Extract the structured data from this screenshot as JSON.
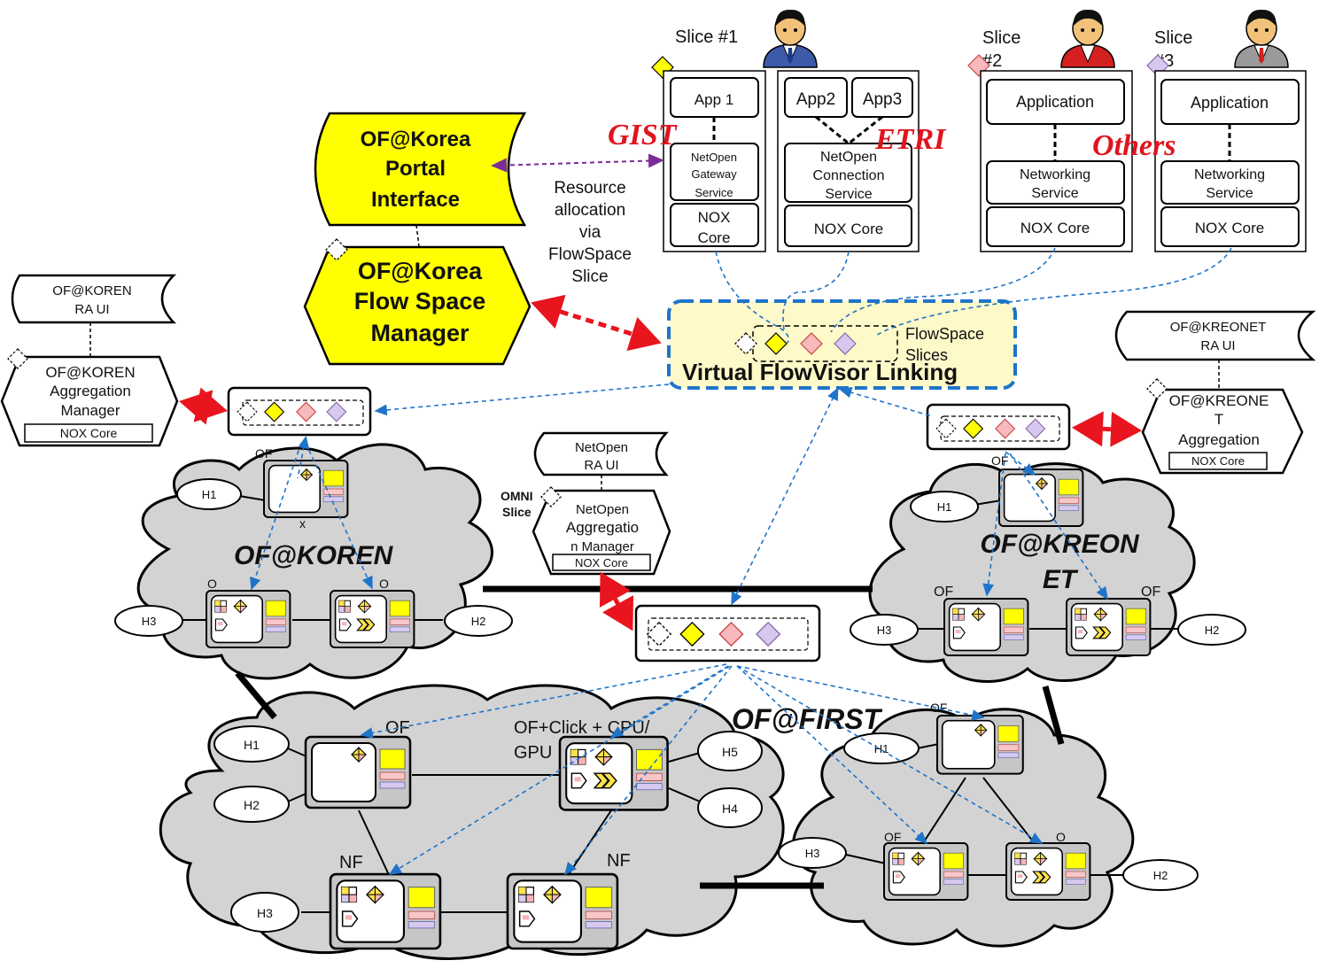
{
  "slices": {
    "slice1": {
      "label": "Slice #1",
      "app1": "App 1",
      "app2": "App2",
      "app3": "App3",
      "gateway": [
        "NetOpen",
        "Gateway",
        "Service"
      ],
      "nox": [
        "NOX",
        "Core"
      ],
      "connection": [
        "NetOpen",
        "Connection",
        "Service"
      ],
      "nox2": "NOX Core"
    },
    "slice2": {
      "label": [
        "Slice",
        "#2"
      ],
      "app": "Application",
      "net": [
        "Networking",
        "Service"
      ],
      "nox": "NOX Core"
    },
    "slice3": {
      "label": [
        "Slice",
        "#3"
      ],
      "app": "Application",
      "net": [
        "Networking",
        "Service"
      ],
      "nox": "NOX Core"
    }
  },
  "orgs": {
    "gist": "GIST",
    "etri": "ETRI",
    "others": "Others"
  },
  "portal": {
    "lines": [
      "OF@Korea",
      "Portal",
      "Interface"
    ]
  },
  "fsm": {
    "lines": [
      "OF@Korea",
      "Flow Space",
      "Manager"
    ]
  },
  "resource_note": {
    "lines": [
      "Resource",
      "allocation",
      "via",
      "FlowSpace",
      "Slice"
    ]
  },
  "vfv": {
    "title": "Virtual FlowVisor Linking",
    "slices_label": [
      "FlowSpace",
      "Slices"
    ]
  },
  "koren_ra": {
    "lines": [
      "OF@KOREN",
      "RA UI"
    ]
  },
  "koren_am": {
    "lines": [
      "OF@KOREN",
      "Aggregation",
      "Manager"
    ],
    "nox": "NOX Core"
  },
  "kreonet_ra": {
    "lines": [
      "OF@KREONET",
      "RA UI"
    ]
  },
  "kreonet_am": {
    "lines": [
      "OF@KREONE",
      "T",
      "Aggregation"
    ],
    "nox": "NOX Core"
  },
  "netopen_ra": {
    "lines": [
      "NetOpen",
      "RA UI"
    ]
  },
  "netopen_am": {
    "lines": [
      "NetOpen",
      "Aggregatio",
      "n Manager"
    ],
    "nox": "NOX Core",
    "omni": [
      "OMNI",
      "Slice"
    ]
  },
  "clouds": {
    "koren": "OF@KOREN",
    "kreonet": [
      "OF@KREON",
      "ET"
    ],
    "first": "OF@FIRST"
  },
  "labels": {
    "of": "OF",
    "o": "O",
    "nf": "NF",
    "x": "x",
    "click": [
      "OF+Click + CPU/",
      "GPU"
    ]
  },
  "hosts": {
    "h1": "H1",
    "h2": "H2",
    "h3": "H3",
    "h4": "H4",
    "h5": "H5"
  },
  "colors": {
    "yellow": "#ffff00",
    "pink": "#f7c6c8",
    "lavender": "#d6c8ee",
    "blue_dash": "#1f74c9",
    "red": "#e8141e",
    "org_red": "#e0141e"
  }
}
